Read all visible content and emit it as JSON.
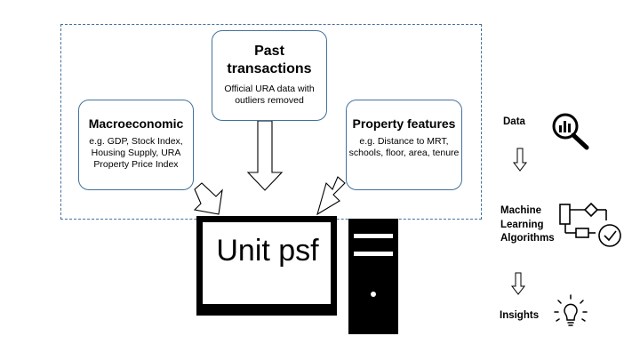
{
  "sources": {
    "macroeconomic": {
      "title": "Macroeconomic",
      "description": "e.g. GDP, Stock Index, Housing Supply, URA Property Price Index"
    },
    "past_transactions": {
      "title": "Past transactions",
      "description": "Official URA data with outliers removed"
    },
    "property_features": {
      "title": "Property features",
      "description": "e.g. Distance to MRT, schools, floor, area, tenure"
    }
  },
  "output": {
    "label": "Unit psf"
  },
  "pipeline": {
    "data_label": "Data",
    "ml_label": "Machine Learning Algorithms",
    "insights_label": "Insights"
  },
  "colors": {
    "box_border": "#41719c",
    "dashed_border": "#41719c",
    "ink": "#000000"
  },
  "icons": {
    "data": "magnifier-chart-icon",
    "ml": "flowchart-check-icon",
    "insights": "lightbulb-icon",
    "computer": "computer-icon"
  }
}
